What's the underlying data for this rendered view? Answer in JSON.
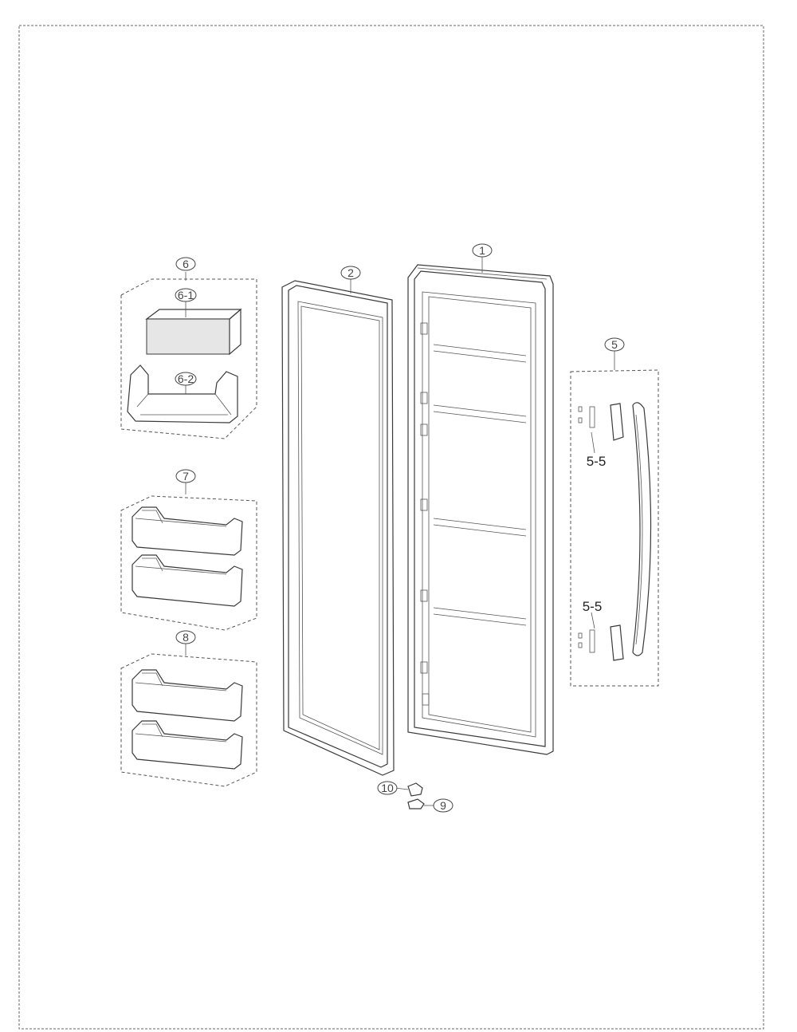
{
  "diagram": {
    "callouts": {
      "c1": "1",
      "c2": "2",
      "c5": "5",
      "c6": "6",
      "c6_1": "6-1",
      "c6_2": "6-2",
      "c7": "7",
      "c8": "8",
      "c10": "10",
      "c9": "9"
    },
    "texts": {
      "sub_top": "5-5",
      "sub_bottom": "5-5"
    }
  }
}
